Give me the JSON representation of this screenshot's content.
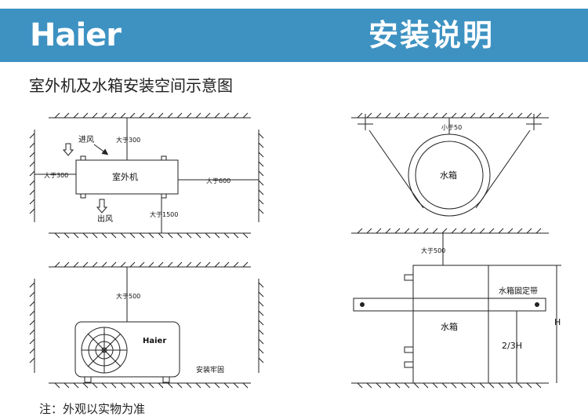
{
  "header": {
    "brand": "Haier",
    "title": "安装说明"
  },
  "section_title": "室外机及水箱安装空间示意图",
  "note": "注：外观以实物为准",
  "diagram_outdoor_top": {
    "unit_label": "室外机",
    "air_in": "进风",
    "air_out": "出风",
    "clear_top": "大于300",
    "clear_left": "大于300",
    "clear_right": "大于600",
    "clear_bottom": "大于1500"
  },
  "diagram_outdoor_front": {
    "clear_top": "大于500",
    "brand_on_unit": "Haier",
    "fix_note": "安装牢固"
  },
  "diagram_tank_top": {
    "tank_label": "水箱",
    "clear_top": "小于50"
  },
  "diagram_tank_front": {
    "tank_label": "水箱",
    "clear_top": "大于500",
    "strap_label": "水箱固定带",
    "height_label": "H",
    "ratio_label": "2/3H"
  }
}
